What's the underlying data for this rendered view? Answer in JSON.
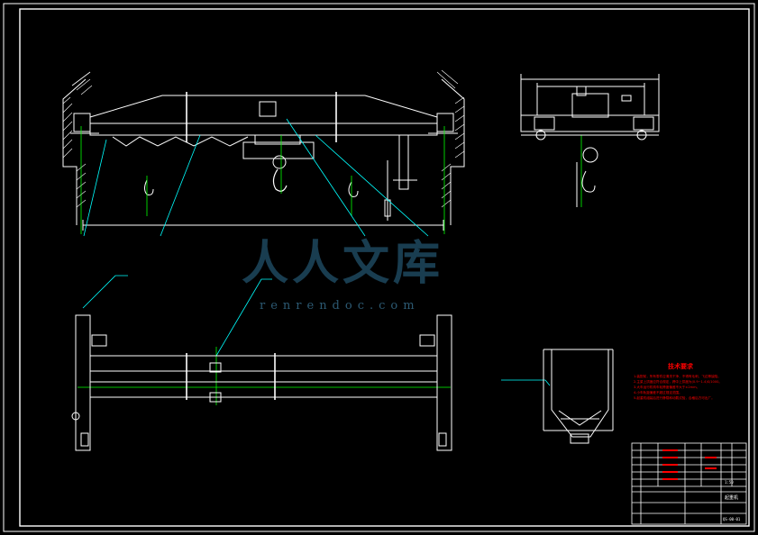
{
  "drawing": {
    "tech_title": "技术要求",
    "tech_notes": [
      "1.装配前，所有零件应清洗干净，不得有毛刺、飞边等缺陷。",
      "2.主梁上拱度应符合规定，跨中上拱度为(0.9~1.4)S/1000。",
      "3.大车运行机构车轮跨度偏差不大于±2mm。",
      "4.小车轨距偏差不超过规定范围。",
      "5.起重机组装后进行静载和动载试验，合格后方可出厂。"
    ],
    "title_block": {
      "drawing_name": "起重机",
      "drawing_no": "QS-00-01",
      "scale_cell": "1:50"
    }
  },
  "watermark": {
    "text": "人人文库",
    "url": "renrendoc.com"
  },
  "colors": {
    "background": "#000000",
    "outline": "#ffffff",
    "leader": "#00ffff",
    "centerline": "#00ff00",
    "annotation": "#ff0000",
    "dimension": "#ffffff"
  }
}
